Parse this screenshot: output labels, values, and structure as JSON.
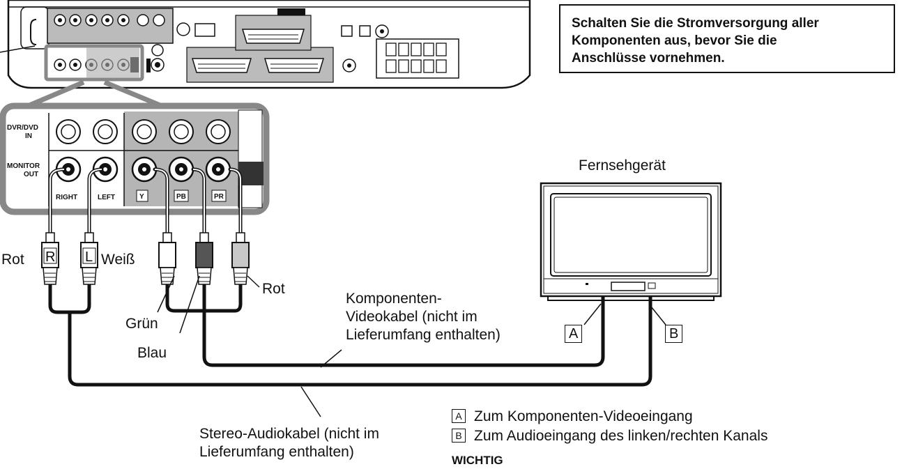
{
  "warning": {
    "lines": [
      "Schalten Sie die Stromversorgung aller",
      "Komponenten aus, bevor Sie die",
      "Anschlüsse vornehmen."
    ]
  },
  "tv": {
    "label": "Fernsehgerät"
  },
  "panel": {
    "row_labels": {
      "in_line1": "DVR/DVD",
      "in_line2": "IN",
      "out_line1": "MONITOR",
      "out_line2": "OUT"
    },
    "jack_labels": [
      "RIGHT",
      "LEFT",
      "Y",
      "PB",
      "PR"
    ]
  },
  "plugs": {
    "r": "R",
    "l": "L"
  },
  "colors": {
    "rot_left": "Rot",
    "weiss": "Weiß",
    "gruen": "Grün",
    "blau": "Blau",
    "rot_right": "Rot"
  },
  "cables": {
    "component": [
      "Komponenten-",
      "Videokabel (nicht im",
      "Lieferumfang enthalten)"
    ],
    "audio": [
      "Stereo-Audiokabel (nicht im",
      "Lieferumfang enthalten)"
    ]
  },
  "markers": {
    "a": "A",
    "b": "B"
  },
  "legend": {
    "a_text": "Zum Komponenten-Videoeingang",
    "b_text": "Zum Audioeingang des linken/rechten Kanals",
    "heading": "WICHTIG"
  }
}
